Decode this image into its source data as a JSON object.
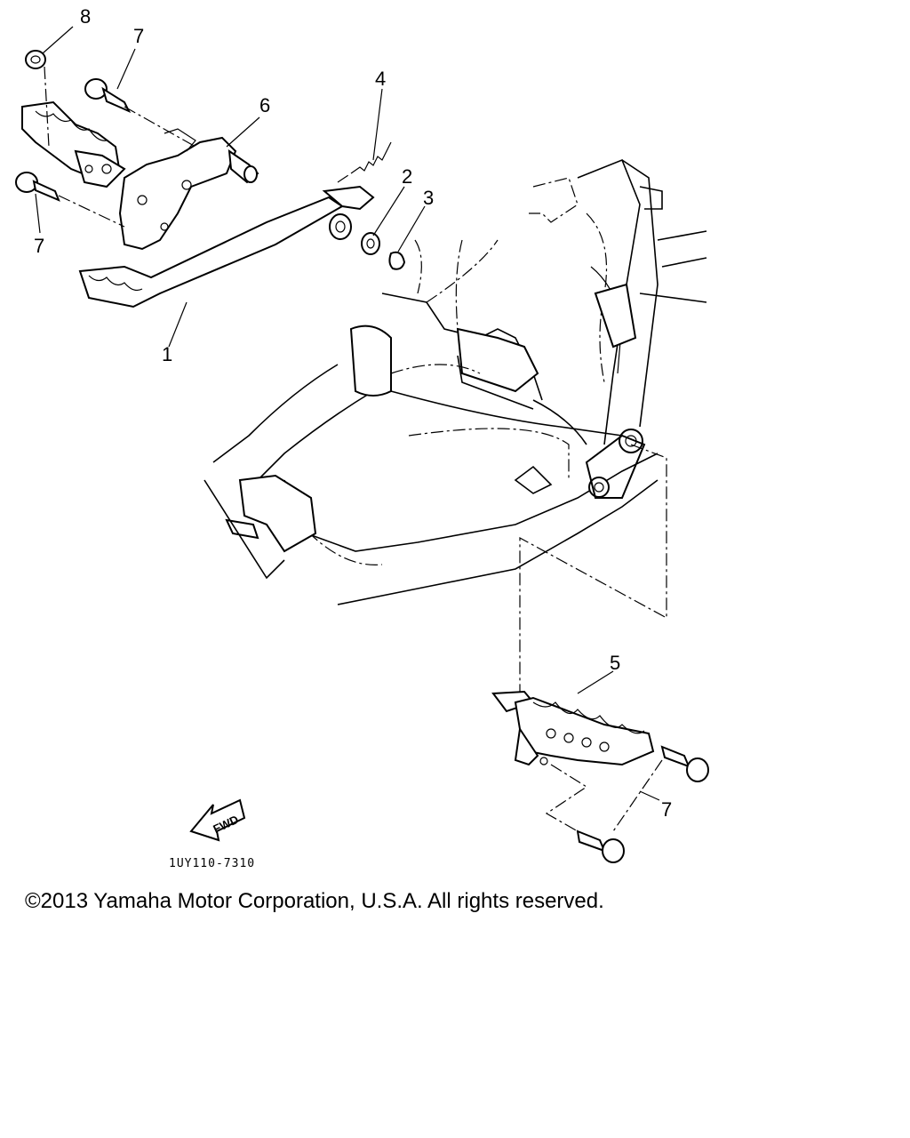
{
  "diagram": {
    "callouts": [
      {
        "id": "callout-8",
        "label": "8"
      },
      {
        "id": "callout-7-top",
        "label": "7"
      },
      {
        "id": "callout-6",
        "label": "6"
      },
      {
        "id": "callout-4",
        "label": "4"
      },
      {
        "id": "callout-2",
        "label": "2"
      },
      {
        "id": "callout-3",
        "label": "3"
      },
      {
        "id": "callout-7-left",
        "label": "7"
      },
      {
        "id": "callout-1",
        "label": "1"
      },
      {
        "id": "callout-5",
        "label": "5"
      },
      {
        "id": "callout-7-bottom",
        "label": "7"
      }
    ],
    "fwd_label": "FWD",
    "drawing_code": "1UY110-7310"
  },
  "footer": {
    "copyright": "©2013 Yamaha Motor Corporation, U.S.A. All rights reserved."
  }
}
